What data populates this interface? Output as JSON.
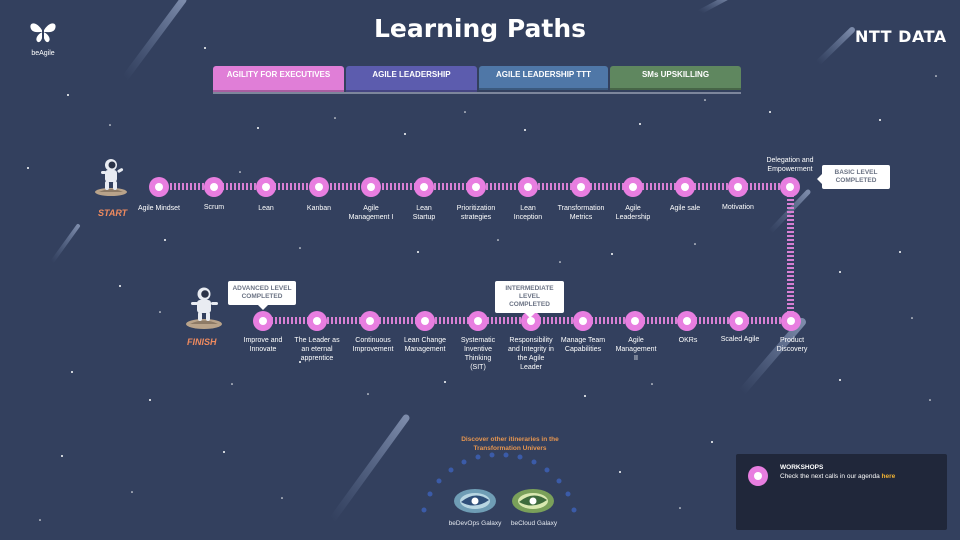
{
  "header": {
    "title": "Learning Paths",
    "left_logo": "beAgile",
    "right_logo": "NTT DATA"
  },
  "tabs": [
    {
      "label": "AGILITY FOR EXECUTIVES",
      "color": "#e07ed7",
      "active": true
    },
    {
      "label": "AGILE LEADERSHIP",
      "color": "#5c5cae"
    },
    {
      "label": "AGILE LEADERSHIP TTT",
      "color": "#4f77a7"
    },
    {
      "label": "SMs UPSKILLING",
      "color": "#5f875f"
    }
  ],
  "path": {
    "start_label": "START",
    "finish_label": "FINISH",
    "row1": [
      "Agile Mindset",
      "Scrum",
      "Lean",
      "Kanban",
      "Agile Management I",
      "Lean Startup",
      "Prioritization strategies",
      "Lean Inception",
      "Transformation Metrics",
      "Agile Leadership",
      "Agile sale",
      "Motivation",
      "Delegation and Empowerment"
    ],
    "row2": [
      "Improve and Innovate",
      "The Leader as an eternal apprentice",
      "Continuous Improvement",
      "Lean Change Management",
      "Systematic Inventive Thinking (SIT)",
      "Responsibility and Integrity in the Agile Leader",
      "Manage Team Capabilities",
      "Agile Management II",
      "OKRs",
      "Scaled Agile",
      "Product Discovery"
    ],
    "badges": {
      "basic": "BASIC LEVEL COMPLETED",
      "intermediate": "INTERMEDIATE LEVEL COMPLETED",
      "advanced": "ADVANCED LEVEL COMPLETED"
    }
  },
  "discover": {
    "text": "Discover other itineraries in the Transformation Univers",
    "galaxies": [
      "beDevOps Galaxy",
      "beCloud Galaxy"
    ]
  },
  "workshops": {
    "title": "WORKSHOPS",
    "desc": "Check the next calls in our agenda",
    "link": "here"
  },
  "colors": {
    "background": "#33405e",
    "node": "#e87ee0",
    "accent_orange": "#ef8a5e"
  }
}
